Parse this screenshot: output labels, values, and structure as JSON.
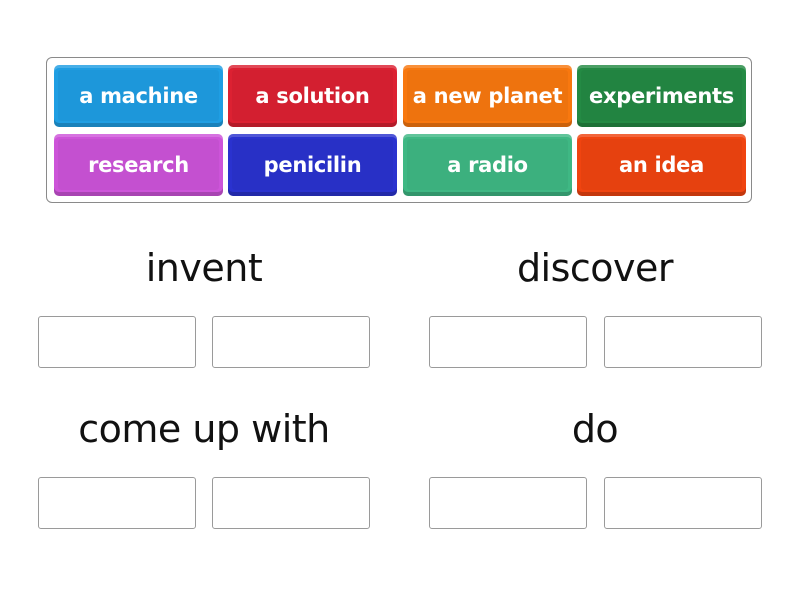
{
  "bank": {
    "tiles": [
      {
        "label": "a machine",
        "color": "#1f9ee3"
      },
      {
        "label": "a solution",
        "color": "#dc2132"
      },
      {
        "label": "a new planet",
        "color": "#f8780f"
      },
      {
        "label": "experiments",
        "color": "#248a44"
      },
      {
        "label": "research",
        "color": "#cd54d9"
      },
      {
        "label": "penicilin",
        "color": "#2a32cf"
      },
      {
        "label": "a radio",
        "color": "#3fb884"
      },
      {
        "label": "an idea",
        "color": "#f04410"
      }
    ]
  },
  "groups": [
    {
      "heading": "invent"
    },
    {
      "heading": "discover"
    },
    {
      "heading": "come up with"
    },
    {
      "heading": "do"
    }
  ]
}
